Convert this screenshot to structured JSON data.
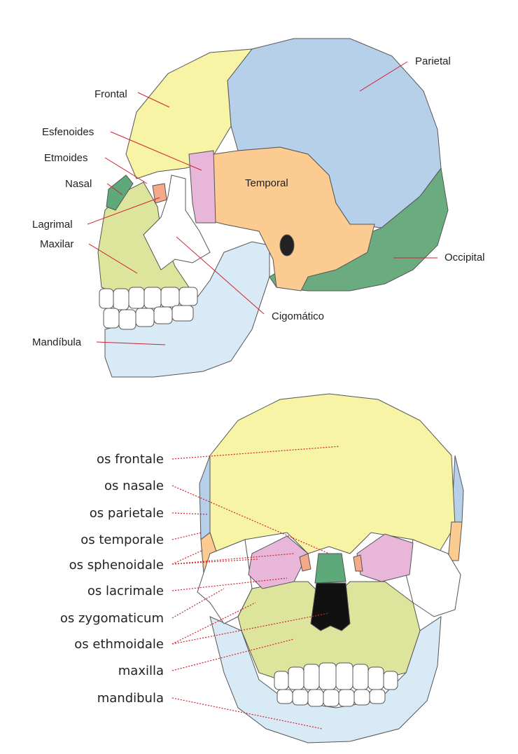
{
  "colors": {
    "frontal": "#f8f4a6",
    "parietal": "#b7d0ea",
    "temporal": "#fbcb92",
    "occipital": "#6aac7f",
    "sphenoid": "#e8b6d8",
    "zygomatic": "#ffffff",
    "maxilla": "#dde59c",
    "mandible": "#d8eaf6",
    "nasal": "#5ea97a",
    "lacrimal": "#f6a98a",
    "shadow": "#c7c8c3",
    "outline": "#555555",
    "leader_red": "#d2202f"
  },
  "lateral_view": {
    "labels": {
      "frontal": "Frontal",
      "parietal": "Parietal",
      "esfenoides": "Esfenoides",
      "etmoides": "Etmoides",
      "temporal": "Temporal",
      "nasal": "Nasal",
      "lagrimal": "Lagrimal",
      "maxilar": "Maxilar",
      "occipital": "Occipital",
      "cigomatico": "Cigomático",
      "mandibula": "Mandíbula"
    }
  },
  "frontal_view": {
    "labels": {
      "frontale": "os frontale",
      "nasale": "os nasale",
      "parietale": "os parietale",
      "temporale": "os temporale",
      "sphenoidale": "os sphenoidale",
      "lacrimale": "os lacrimale",
      "zygomaticum": "os zygomaticum",
      "ethmoidale": "os ethmoidale",
      "maxilla": "maxilla",
      "mandibula": "mandibula"
    }
  }
}
